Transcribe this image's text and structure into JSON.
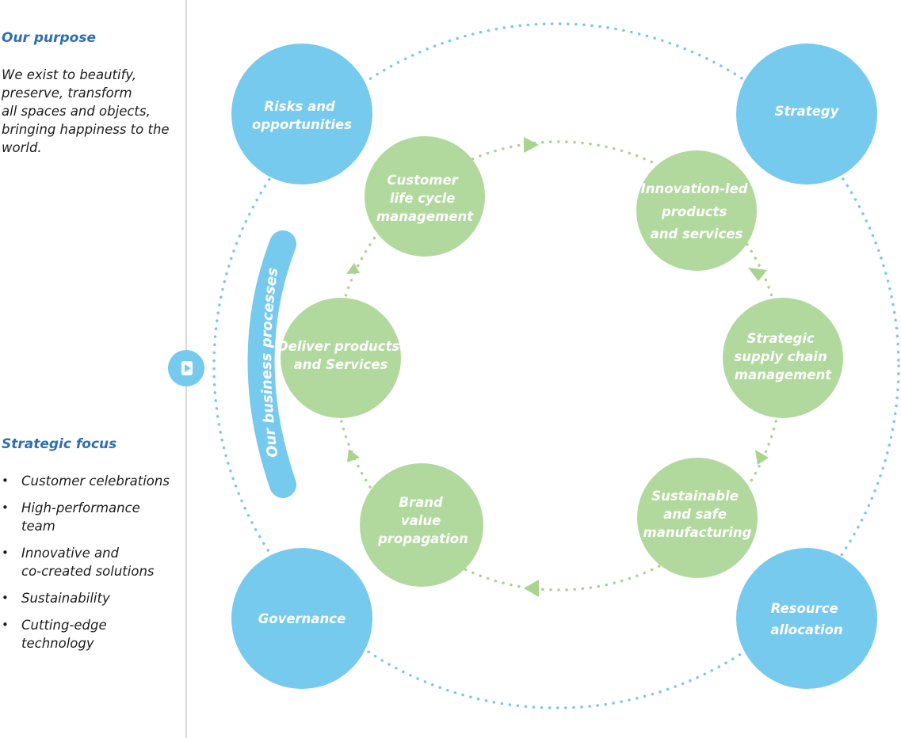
{
  "sidebar": {
    "purpose": {
      "heading": "Our purpose",
      "lines": [
        "We exist to beautify,",
        "preserve, transform",
        "all spaces and objects,",
        "bringing happiness to the",
        "world."
      ]
    },
    "focus": {
      "heading": "Strategic focus",
      "items": [
        [
          "Customer celebrations"
        ],
        [
          "High-performance",
          "team"
        ],
        [
          "Innovative and",
          "co-created solutions"
        ],
        [
          "Sustainability"
        ],
        [
          "Cutting-edge",
          "technology"
        ]
      ]
    }
  },
  "diagram": {
    "band_label": "Our business processes",
    "play_icon": "play-icon",
    "colors": {
      "blue": "#76caee",
      "green": "#b1d99d",
      "blue_dots": "#79c7ea",
      "green_dots": "#a9d48f"
    },
    "outer_nodes": [
      {
        "id": "risks-and-opportunities",
        "lines": [
          "Risks and",
          "opportunities"
        ]
      },
      {
        "id": "strategy",
        "lines": [
          "Strategy"
        ]
      },
      {
        "id": "governance",
        "lines": [
          "Governance"
        ]
      },
      {
        "id": "resource-allocation",
        "lines": [
          "Resource",
          "allocation"
        ]
      }
    ],
    "inner_nodes": [
      {
        "id": "customer-life-cycle-management",
        "lines": [
          "Customer",
          "life cycle",
          "management"
        ]
      },
      {
        "id": "innovation-led-products-and-services",
        "lines": [
          "Innovation-led",
          "products",
          "and services"
        ]
      },
      {
        "id": "deliver-products-and-services",
        "lines": [
          "Deliver products",
          "and Services"
        ]
      },
      {
        "id": "strategic-supply-chain-management",
        "lines": [
          "Strategic",
          "supply chain",
          "management"
        ]
      },
      {
        "id": "brand-value-propagation",
        "lines": [
          "Brand",
          "value",
          "propagation"
        ]
      },
      {
        "id": "sustainable-and-safe-manufacturing",
        "lines": [
          "Sustainable",
          "and safe",
          "manufacturing"
        ]
      }
    ]
  }
}
